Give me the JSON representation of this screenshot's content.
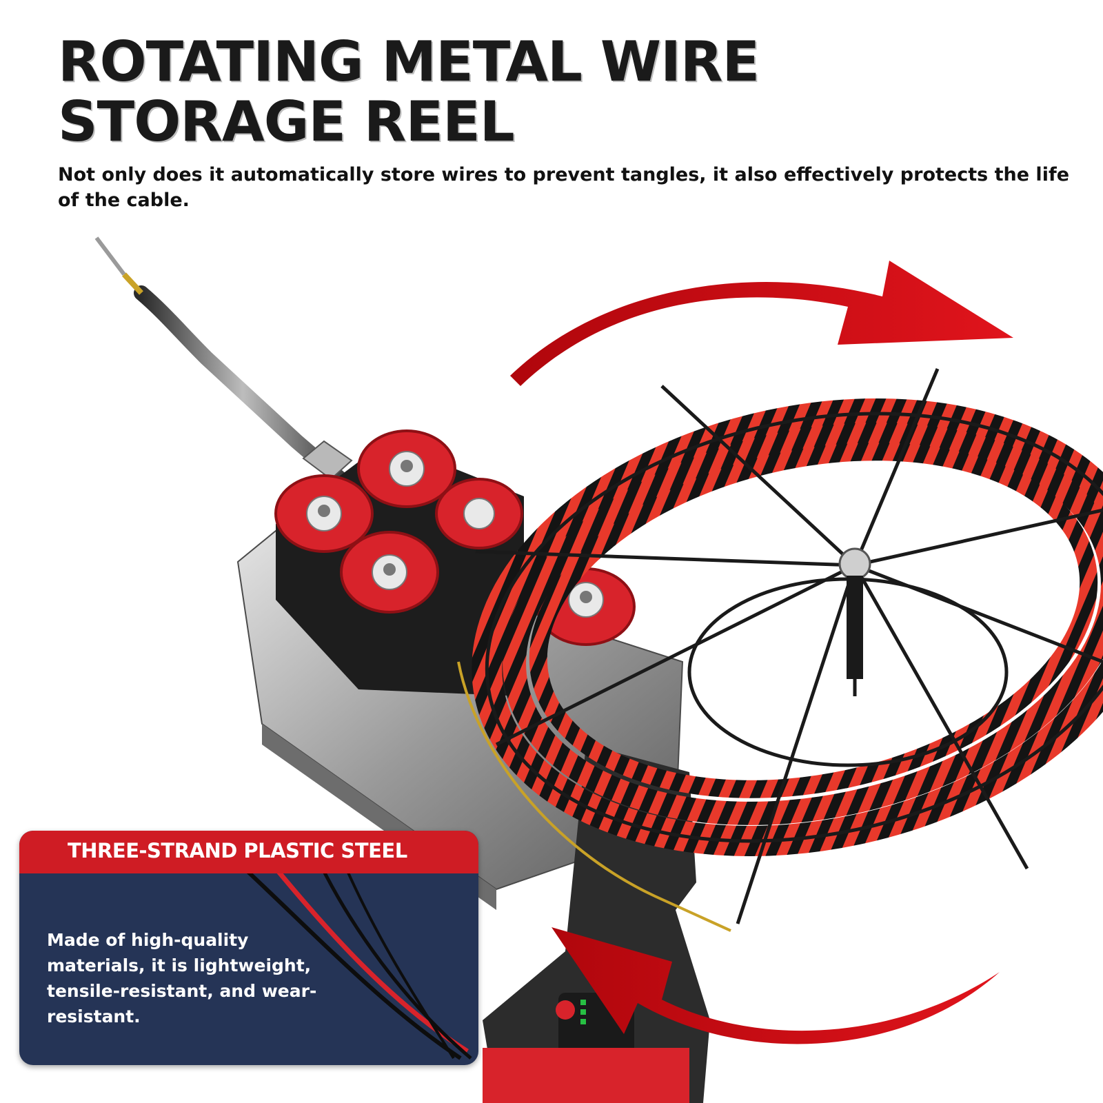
{
  "headline": {
    "line1": "ROTATING METAL WIRE",
    "line2": "STORAGE REEL"
  },
  "subtext": "Not only does it automatically store wires to prevent tangles, it also effectively protects the life of the cable.",
  "inset": {
    "title": "THREE-STRAND PLASTIC STEEL",
    "description": "Made of high-quality materials, it is lightweight, tensile-resistant, and wear-resistant."
  },
  "colors": {
    "accent_red": "#cf1c24",
    "panel_navy": "#253456",
    "wire_red": "#e8392b",
    "wire_black": "#141414"
  }
}
